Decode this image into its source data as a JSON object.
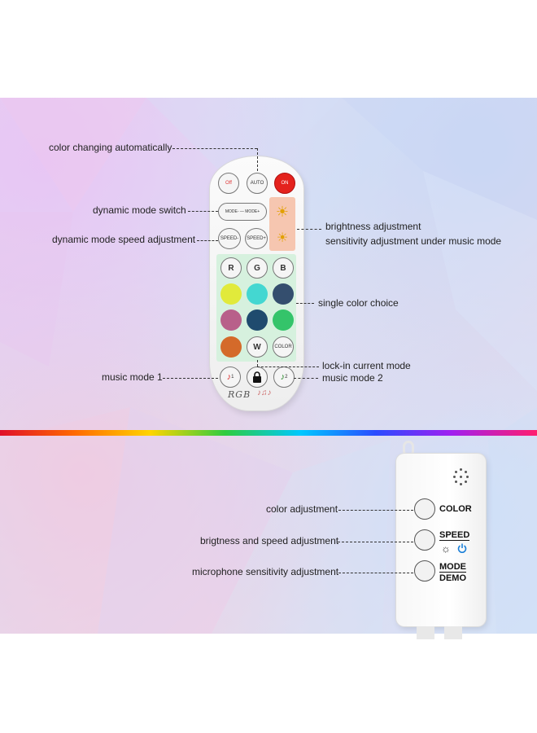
{
  "remote": {
    "buttons": {
      "off": "Off",
      "auto": "AUTO",
      "on": "ON",
      "mode_minus": "MODE-",
      "mode_plus": "MODE+",
      "speed_minus": "SPEED-",
      "speed_plus": "SPEED+",
      "r": "R",
      "g": "G",
      "b": "B",
      "w": "W",
      "color": "COLOR",
      "music1": "1",
      "music2": "2"
    },
    "brand": "RGB",
    "color_buttons": [
      "#e1ea3b",
      "#44d7d1",
      "#344e6e",
      "#b8608a",
      "#1f4b6e",
      "#34c46a",
      "#d46a2a"
    ],
    "colors": {
      "on": "#e4221d",
      "zone": "#d6f1de",
      "brightness_zone": "#f6c6b0"
    }
  },
  "annotations": {
    "color_changing_automatically": "color changing automatically",
    "dynamic_mode_switch": "dynamic mode switch",
    "dynamic_mode_speed_adjustment": "dynamic mode speed adjustment",
    "brightness_adjustment": "brightness adjustment",
    "sensitivity_adjustment": "sensitivity adjustment under music mode",
    "single_color_choice": "single color choice",
    "lock_in_current_mode": "lock-in current mode",
    "music_mode_1": "music mode 1",
    "music_mode_2": "music mode 2",
    "color_adjustment": "color adjustment",
    "brightness_speed_adjustment": "brigtness and speed adjustment",
    "microphone_sensitivity_adjustment": "microphone sensitivity adjustment"
  },
  "controller": {
    "color_label": "COLOR",
    "speed_label": "SPEED",
    "mode_label": "MODE",
    "demo_label": "DEMO"
  },
  "icons": [
    "sun-icon",
    "lock-icon",
    "music-note-icon",
    "power-icon",
    "microphone-icon"
  ]
}
